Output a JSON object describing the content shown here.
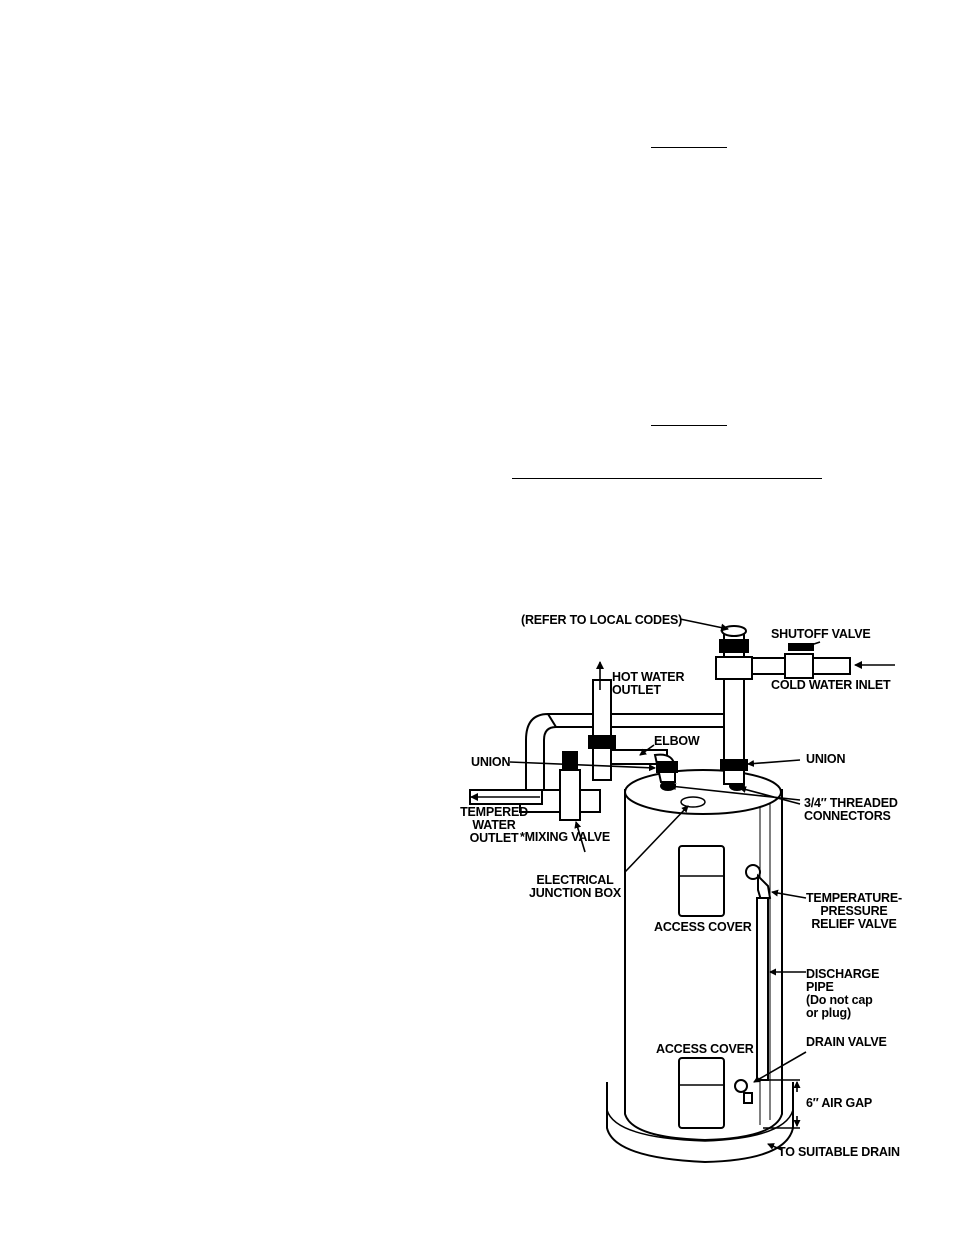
{
  "labels": {
    "refer_codes": "(REFER TO LOCAL CODES)",
    "shutoff_valve": "SHUTOFF VALVE",
    "hot_water_outlet": "HOT WATER\nOUTLET",
    "cold_water_inlet": "COLD WATER INLET",
    "elbow": "ELBOW",
    "union_left": "UNION",
    "union_right": "UNION",
    "tempered_water_outlet": "TEMPERED\nWATER\nOUTLET",
    "mixing_valve": "*MIXING VALVE",
    "threaded_connectors": "3/4″ THREADED\nCONNECTORS",
    "electrical_junction_box": "ELECTRICAL\nJUNCTION BOX",
    "access_cover_upper": "ACCESS COVER",
    "access_cover_lower": "ACCESS COVER",
    "tp_relief_valve": "TEMPERATURE-\nPRESSURE\nRELIEF VALVE",
    "discharge_pipe": "DISCHARGE\nPIPE\n(Do not cap\nor plug)",
    "drain_valve": "DRAIN VALVE",
    "air_gap": "6″ AIR GAP",
    "suitable_drain": "TO SUITABLE DRAIN"
  }
}
